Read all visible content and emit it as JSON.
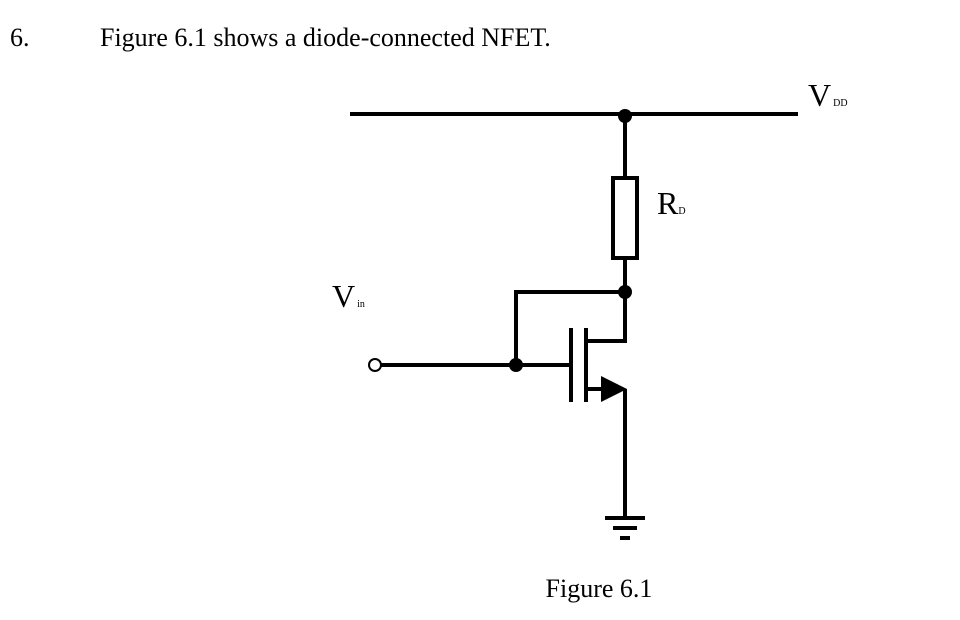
{
  "question": {
    "number": "6.",
    "text": "Figure 6.1 shows a diode-connected NFET."
  },
  "circuit": {
    "vdd_label": {
      "main": "V",
      "sub": "DD"
    },
    "resistor_label": {
      "main": "R",
      "sub": "D"
    },
    "input_label": {
      "main": "V",
      "sub": "in"
    },
    "caption": "Figure 6.1"
  }
}
